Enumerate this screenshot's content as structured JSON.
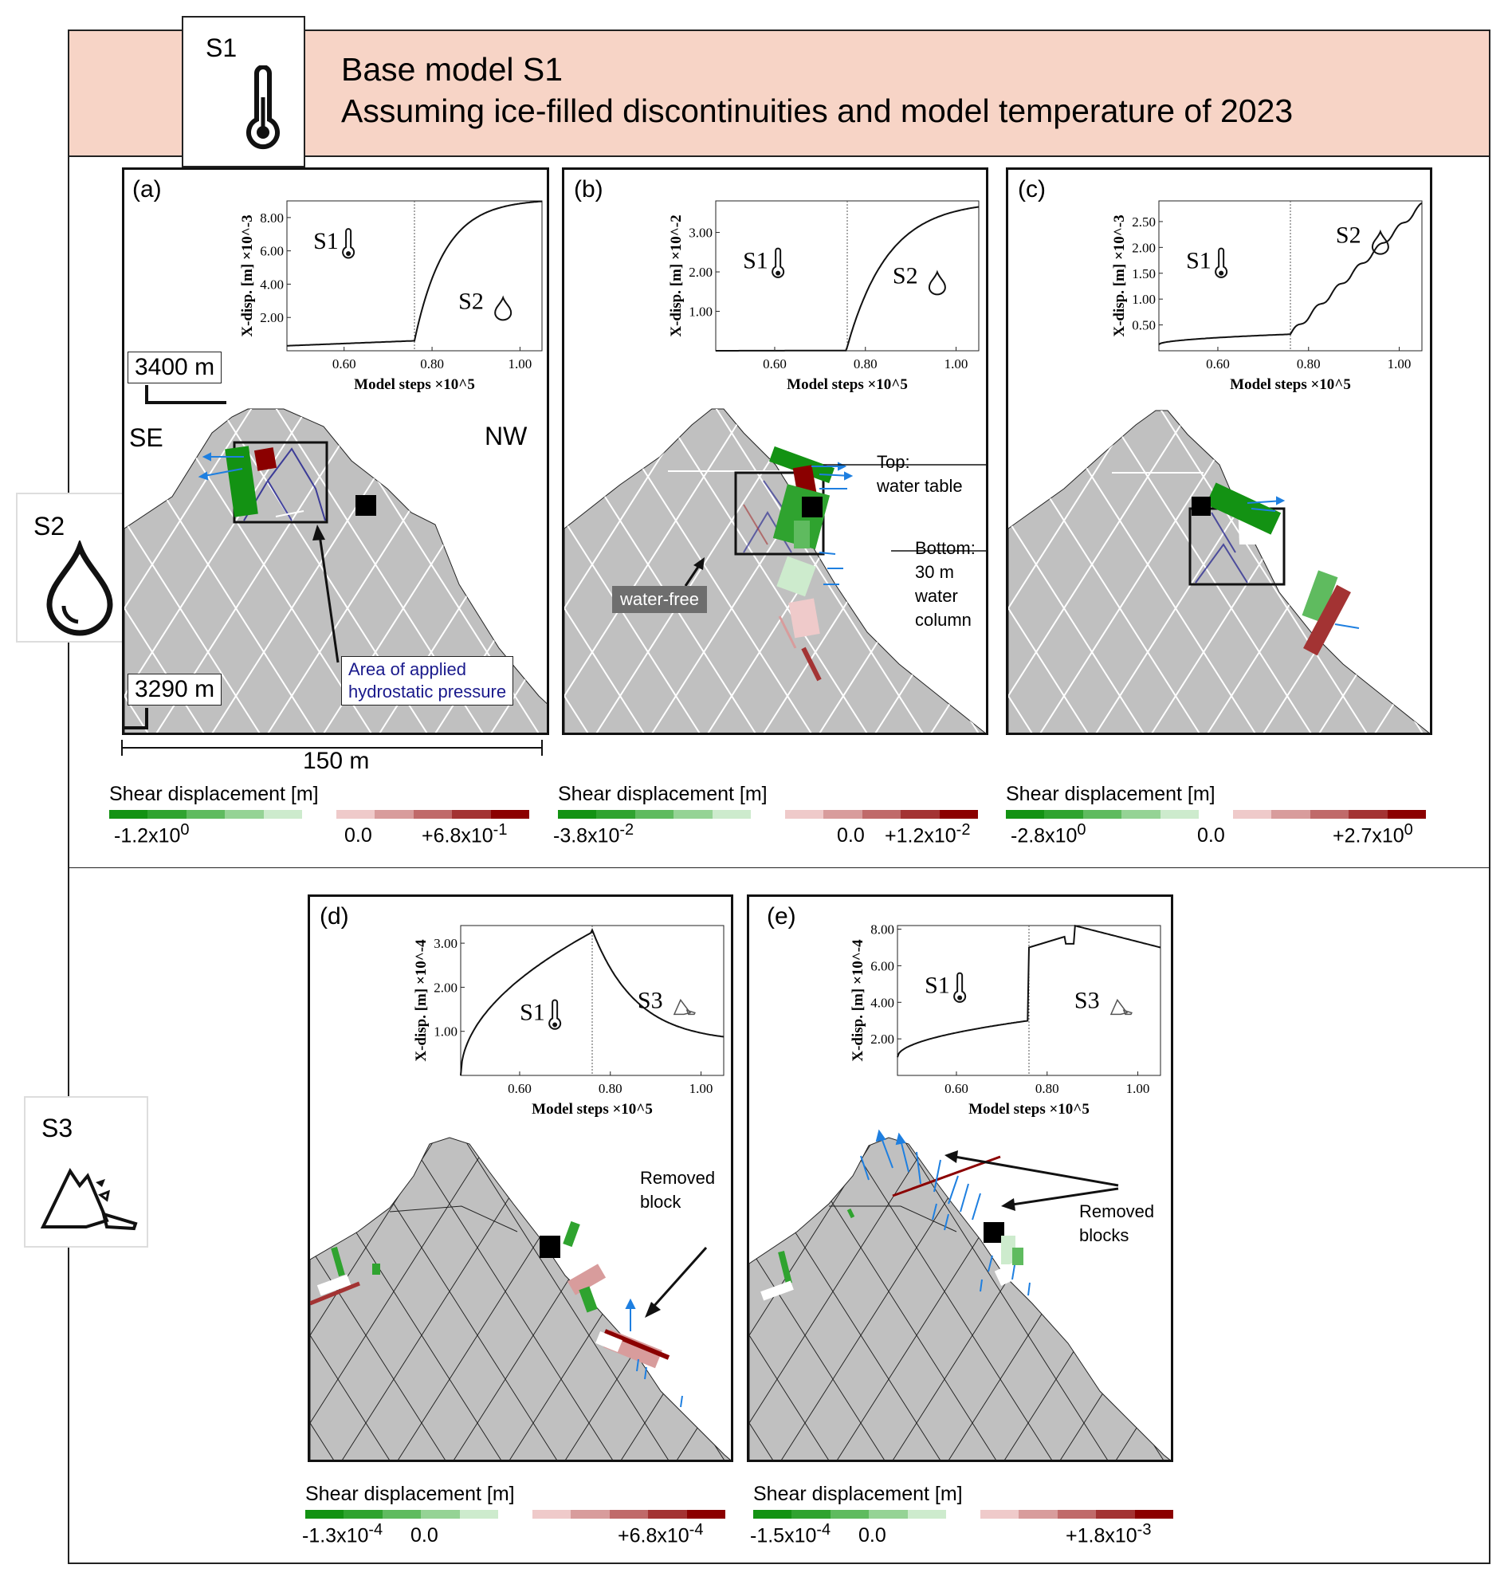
{
  "header": {
    "s1_icon_label": "S1",
    "title_line1": "Base model S1",
    "title_line2": "Assuming ice-filled discontinuities and model temperature of 2023"
  },
  "side_icons": {
    "s2_label": "S2",
    "s3_label": "S3"
  },
  "panels": {
    "a": {
      "label": "(a)",
      "scale_top": "3400  m",
      "scale_bottom": "3290  m",
      "scale_width": "150 m",
      "se": "SE",
      "nw": "NW",
      "callout_line1": "Area of applied",
      "callout_line2": "hydrostatic pressure",
      "inset": {
        "ylabel": "X-disp. [m] ×10^-3",
        "xlabel": "Model steps ×10^5",
        "yticks": [
          "2.00",
          "4.00",
          "6.00",
          "8.00"
        ],
        "xticks": [
          "0.60",
          "0.80",
          "1.00"
        ],
        "stage1": "S1",
        "stage2": "S2"
      },
      "legend": {
        "title": "Shear displacement [m]",
        "neg": "-1.2x10",
        "neg_exp": "0",
        "zero": "0.0",
        "pos": "+6.8x10",
        "pos_exp": "-1"
      }
    },
    "b": {
      "label": "(b)",
      "top_label1": "Top:",
      "top_label2": "water table",
      "bottom_label1": "Bottom:",
      "bottom_label2": "30 m",
      "bottom_label3": "water",
      "bottom_label4": "column",
      "water_free": "water-free",
      "inset": {
        "ylabel": "X-disp. [m] ×10^-2",
        "xlabel": "Model steps ×10^5",
        "yticks": [
          "1.00",
          "2.00",
          "3.00"
        ],
        "xticks": [
          "0.60",
          "0.80",
          "1.00"
        ],
        "stage1": "S1",
        "stage2": "S2"
      },
      "legend": {
        "title": "Shear displacement [m]",
        "neg": "-3.8x10",
        "neg_exp": "-2",
        "zero": "0.0",
        "pos": "+1.2x10",
        "pos_exp": "-2"
      }
    },
    "c": {
      "label": "(c)",
      "inset": {
        "ylabel": "X-disp. [m] ×10^-3",
        "xlabel": "Model steps ×10^5",
        "yticks": [
          "0.50",
          "1.00",
          "1.50",
          "2.00",
          "2.50"
        ],
        "xticks": [
          "0.60",
          "0.80",
          "1.00"
        ],
        "stage1": "S1",
        "stage2": "S2"
      },
      "legend": {
        "title": "Shear displacement [m]",
        "neg": "-2.8x10",
        "neg_exp": "0",
        "zero": "0.0",
        "pos": "+2.7x10",
        "pos_exp": "0"
      }
    },
    "d": {
      "label": "(d)",
      "removed_line1": "Removed",
      "removed_line2": "block",
      "inset": {
        "ylabel": "X-disp. [m] ×10^-4",
        "xlabel": "Model steps ×10^5",
        "yticks": [
          "1.00",
          "2.00",
          "3.00"
        ],
        "xticks": [
          "0.60",
          "0.80",
          "1.00"
        ],
        "stage1": "S1",
        "stage2": "S3"
      },
      "legend": {
        "title": "Shear displacement [m]",
        "neg": "-1.3x10",
        "neg_exp": "-4",
        "zero": "0.0",
        "pos": "+6.8x10",
        "pos_exp": "-4"
      }
    },
    "e": {
      "label": "(e)",
      "removed_line1": "Removed",
      "removed_line2": "blocks",
      "inset": {
        "ylabel": "X-disp. [m] ×10^-4",
        "xlabel": "Model steps ×10^5",
        "yticks": [
          "2.00",
          "4.00",
          "6.00",
          "8.00"
        ],
        "xticks": [
          "0.60",
          "0.80",
          "1.00"
        ],
        "stage1": "S1",
        "stage2": "S3"
      },
      "legend": {
        "title": "Shear displacement [m]",
        "neg": "-1.5x10",
        "neg_exp": "-4",
        "zero": "0.0",
        "pos": "+1.8x10",
        "pos_exp": "-3"
      }
    }
  },
  "colors": {
    "header_bg": "#f7d4c6",
    "rock": "#c0c0c0",
    "greens": [
      "#139213",
      "#2fa32f",
      "#5fbb5f",
      "#95d395",
      "#cdebcd"
    ],
    "reds": [
      "#efcaca",
      "#d89c9c",
      "#c06a6a",
      "#a33333",
      "#8b0000"
    ],
    "arrow": "#1e7fe0",
    "pressure": "#1a1a8c"
  }
}
